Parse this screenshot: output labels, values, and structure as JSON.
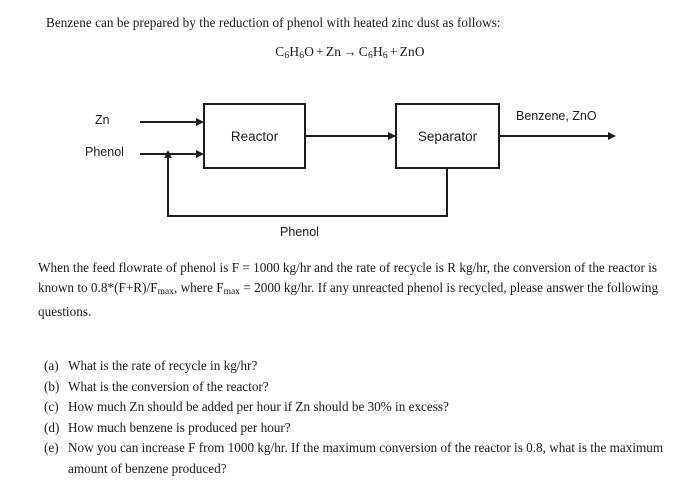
{
  "intro": {
    "text": "Benzene can be prepared by the reduction of phenol with heated zinc dust as follows:"
  },
  "equation": {
    "reactant1_formula": "C",
    "reactant1_sub1": "6",
    "reactant1_mid": "H",
    "reactant1_sub2": "6",
    "reactant1_end": "O",
    "plus1": "+",
    "reactant2": "Zn",
    "arrow": "→",
    "product1_formula": "C",
    "product1_sub1": "6",
    "product1_mid": "H",
    "product1_sub2": "6",
    "plus2": "+",
    "product2": "ZnO",
    "full_text": "C6H6O + Zn → C6H6 + ZnO"
  },
  "diagram": {
    "reactor_label": "Reactor",
    "separator_label": "Separator",
    "input_top_label": "Zn",
    "input_bottom_label": "Phenol",
    "output_label": "Benzene, ZnO",
    "recycle_label": "Phenol",
    "line_color": "#1c1c1c"
  },
  "statement": {
    "part1": "When the feed flowrate of phenol is F = 1000 kg/hr and the rate of recycle is R kg/hr, the conversion of the reactor is known to 0.8*(F+R)/F",
    "sub1": "max",
    "part2": ", where F",
    "sub2": "max",
    "part3": " = 2000 kg/hr. If any unreacted phenol is recycled, please answer the following questions."
  },
  "questions": [
    {
      "marker": "(a)",
      "text": "What is the rate of recycle in kg/hr?"
    },
    {
      "marker": "(b)",
      "text": "What is the conversion of the reactor?"
    },
    {
      "marker": "(c)",
      "text": "How much Zn should be added per hour if Zn should be 30% in excess?"
    },
    {
      "marker": "(d)",
      "text": "How much benzene is produced per hour?"
    },
    {
      "marker": "(e)",
      "text": "Now you can increase F from 1000 kg/hr. If the maximum conversion of the reactor is 0.8, what is the maximum amount of benzene produced?"
    }
  ]
}
